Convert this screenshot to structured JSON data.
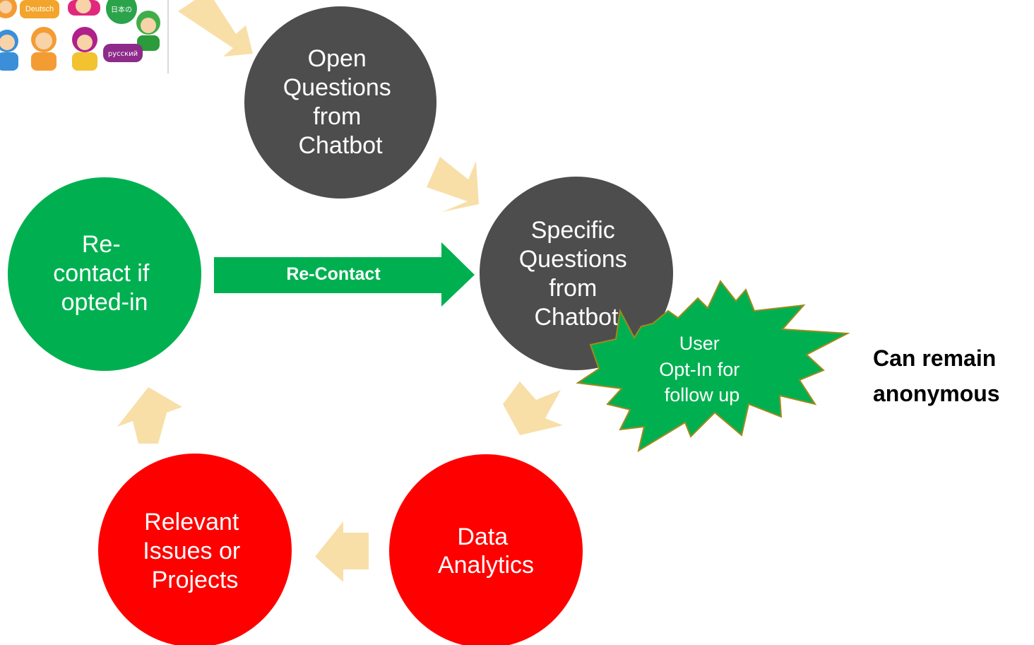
{
  "colors": {
    "dark_node": "#4d4d4d",
    "green_node": "#00b050",
    "red_node": "#ff0000",
    "cycle_arrow": "#f8dfa8",
    "recontact_arrow": "#00b050",
    "burst_fill": "#00b050",
    "burst_outline": "#a08a1e",
    "text_light": "#ffffff",
    "text_dark": "#000000"
  },
  "icons": {
    "thumbnail": "multilingual-children-speech-bubbles-image",
    "cycle_arrow": "chevron-arrow",
    "burst": "starburst"
  },
  "thumbnail": {
    "bubble_labels": [
      "Deutsch",
      "日本の",
      "русский"
    ]
  },
  "nodes": {
    "open_questions": [
      "Open",
      "Questions",
      "from",
      "Chatbot"
    ],
    "specific_questions": [
      "Specific",
      "Questions",
      "from",
      "Chatbot"
    ],
    "data_analytics": [
      "Data",
      "Analytics"
    ],
    "relevant_issues": [
      "Relevant",
      "Issues or",
      "Projects"
    ],
    "recontact": [
      "Re-",
      "contact if",
      "opted-in"
    ]
  },
  "recontact_arrow_label": "Re-Contact",
  "burst_label": [
    "User",
    "Opt-In for",
    "follow up"
  ],
  "side_note": [
    "Can remain",
    "anonymous"
  ]
}
